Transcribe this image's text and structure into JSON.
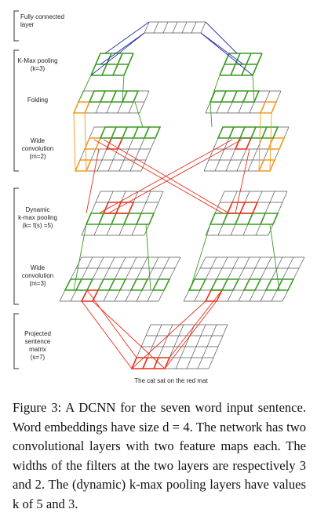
{
  "labels": {
    "fully_connected": [
      "Fully connected",
      "layer"
    ],
    "kmax_pooling": [
      "K-Max pooling",
      "(k=3)"
    ],
    "folding": [
      "Folding"
    ],
    "wide_conv_top": [
      "Wide",
      "convolution",
      "(m=2)"
    ],
    "dynamic_kmax": [
      "Dynamic",
      "k-max pooling",
      "(k= f(s) =5)"
    ],
    "wide_conv_bottom": [
      "Wide",
      "convolution",
      "(m=3)"
    ],
    "projected": [
      "Projected",
      "sentence",
      "matrix",
      "(s=7)"
    ]
  },
  "sentence": "The cat sat on the red mat",
  "caption": {
    "figure_label": "Figure 3:",
    "text": "A DCNN for the seven word input sentence. Word embeddings have size d = 4. The network has two convolutional layers with two feature maps each. The widths of the filters at the two layers are respectively 3 and 2. The (dynamic) k-max pooling layers have values k of 5 and 3."
  },
  "colors": {
    "grid": "#555555",
    "green": "#3a9a23",
    "red": "#e8301c",
    "orange": "#f39a1e",
    "blue": "#2430a8"
  }
}
